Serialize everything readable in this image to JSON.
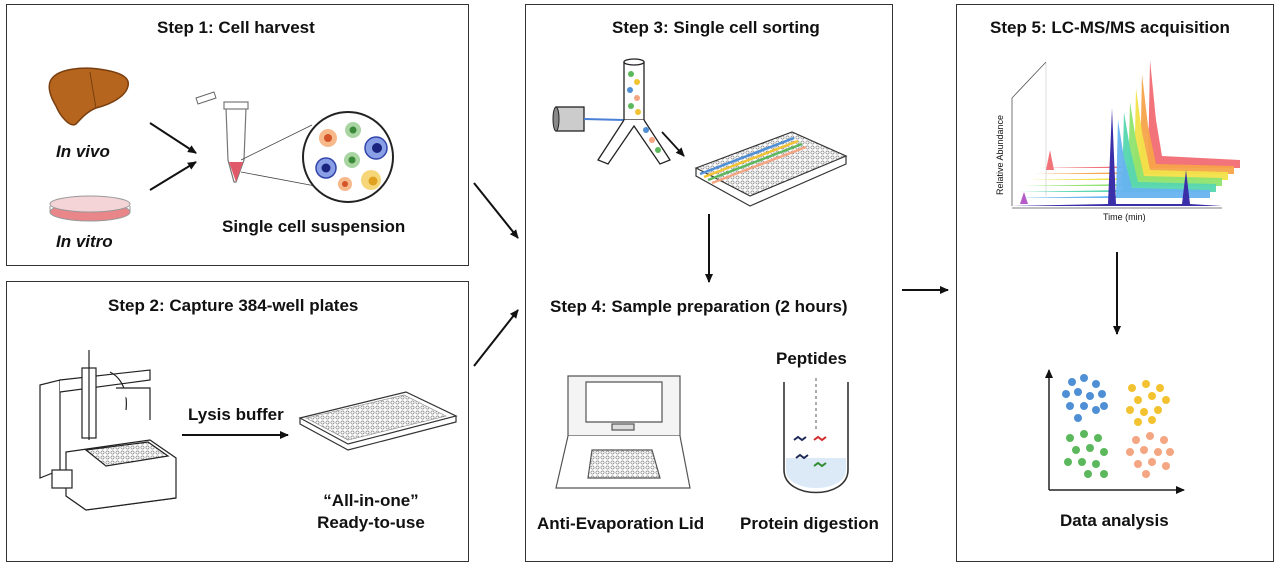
{
  "steps": {
    "step1": {
      "title": "Step 1: Cell harvest",
      "in_vivo": "In vivo",
      "in_vitro": "In vitro",
      "single_cell": "Single cell suspension"
    },
    "step2": {
      "title": "Step 2: Capture 384-well plates",
      "lysis": "Lysis buffer",
      "all_in_one": "“All-in-one”",
      "ready": "Ready-to-use"
    },
    "step3": {
      "title": "Step 3: Single cell sorting"
    },
    "step4": {
      "title": "Step 4: Sample preparation (2 hours)",
      "peptides": "Peptides",
      "lid": "Anti-Evaporation Lid",
      "digestion": "Protein digestion"
    },
    "step5": {
      "title": "Step 5: LC-MS/MS acquisition",
      "ylabel": "Relative Abundance",
      "xlabel": "Time (min)",
      "analysis": "Data analysis"
    }
  },
  "colors": {
    "border": "#333333",
    "liver": "#b5651d",
    "dish": "#e8868a",
    "tube_tip": "#e05a6a",
    "cluster_blue": "#4f8fd6",
    "cluster_yellow": "#f2c230",
    "cluster_green": "#5cb85c",
    "cluster_orange": "#f4a582",
    "peptide_red": "#d42a2a",
    "peptide_green": "#2e8b2e",
    "peptide_navy": "#1f2a5a"
  },
  "icons": [
    "liver-icon",
    "petri-dish-icon",
    "tube-icon",
    "magnified-cells-icon",
    "liquid-handler-icon",
    "well-plate-icon",
    "flow-sorter-icon",
    "laser-icon",
    "lid-icon",
    "digestion-tube-icon",
    "chromatogram-icon",
    "scatter-plot-icon"
  ]
}
